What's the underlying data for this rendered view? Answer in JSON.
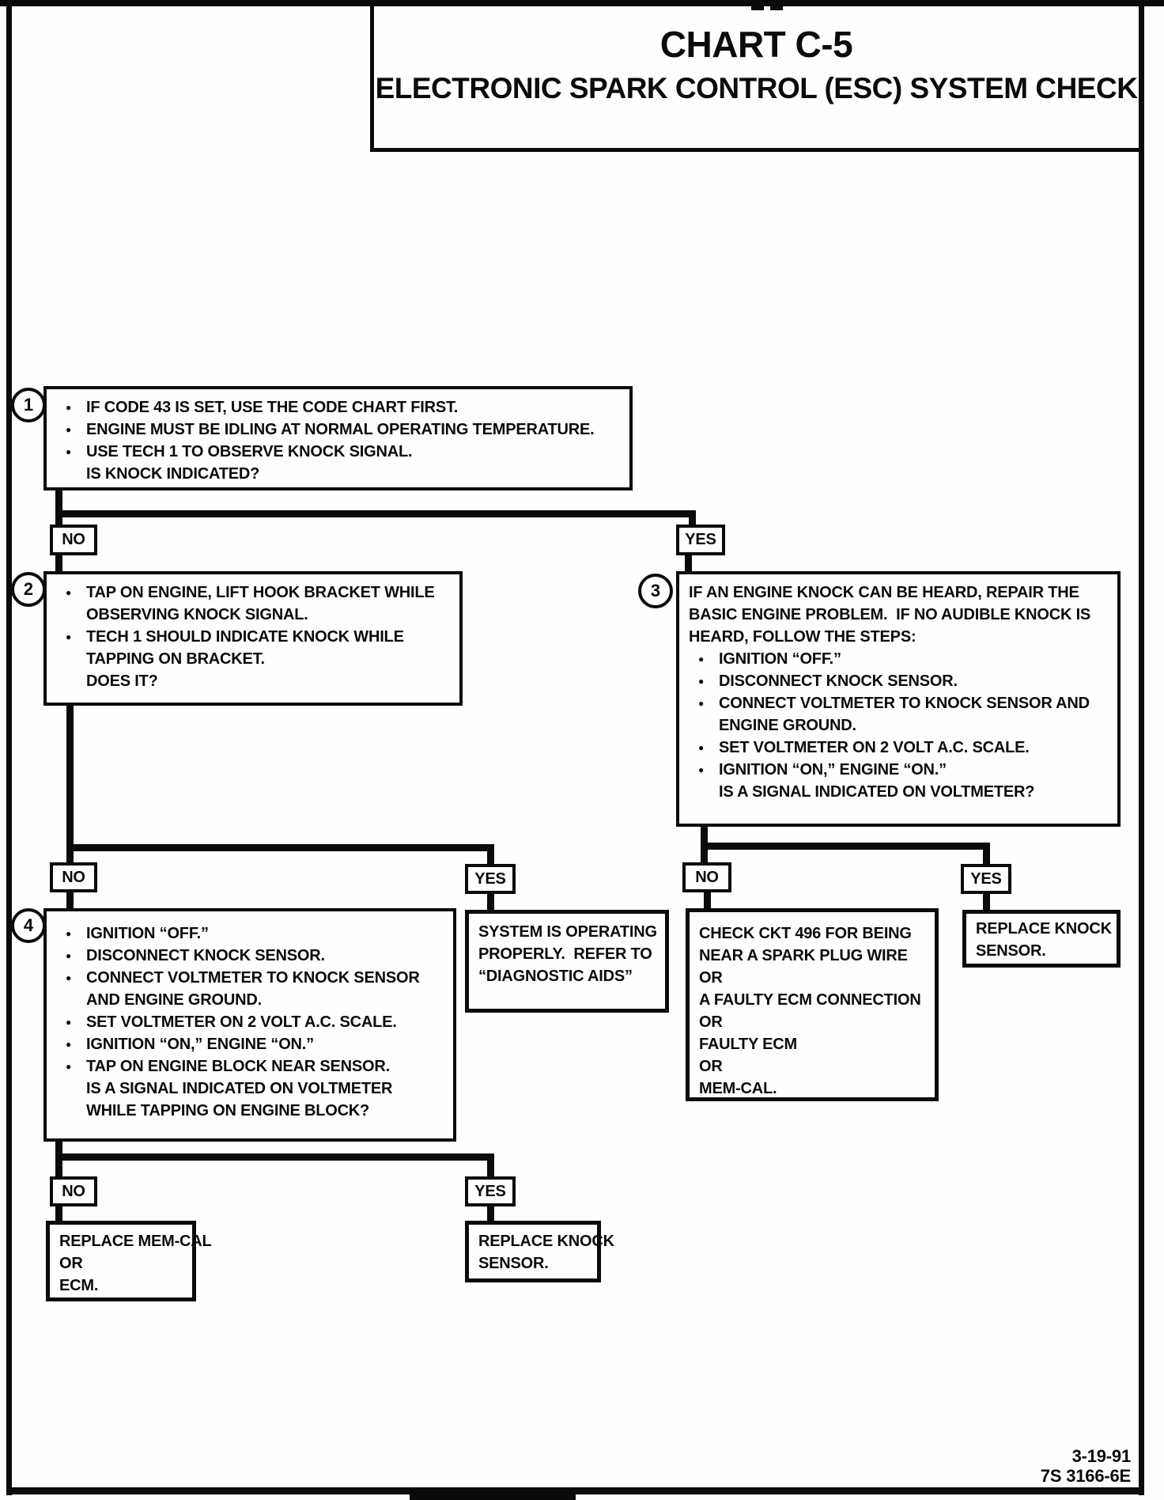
{
  "page": {
    "title_line1": "CHART C-5",
    "title_line2": "ELECTRONIC SPARK CONTROL (ESC) SYSTEM CHECK",
    "footer_date": "3-19-91",
    "footer_code": "7S 3166-6E"
  },
  "labels": {
    "no": "NO",
    "yes": "YES"
  },
  "steps": {
    "step1": {
      "number": "1",
      "bullets": [
        "IF CODE 43 IS SET, USE THE CODE CHART FIRST.",
        "ENGINE MUST BE IDLING AT NORMAL OPERATING TEMPERATURE.",
        "USE TECH 1 TO OBSERVE KNOCK SIGNAL."
      ],
      "question_lines": [
        "IS KNOCK INDICATED?"
      ]
    },
    "step2": {
      "number": "2",
      "bullets": [
        "TAP ON ENGINE, LIFT HOOK BRACKET WHILE\nOBSERVING KNOCK SIGNAL.",
        "TECH 1 SHOULD INDICATE KNOCK WHILE\nTAPPING ON BRACKET."
      ],
      "question_lines": [
        "DOES IT?"
      ]
    },
    "step3": {
      "number": "3",
      "intro_lines": [
        "IF AN ENGINE KNOCK CAN BE HEARD, REPAIR THE",
        "BASIC ENGINE PROBLEM.  IF NO AUDIBLE KNOCK IS",
        "HEARD, FOLLOW THE STEPS:"
      ],
      "bullets": [
        "IGNITION “OFF.”",
        "DISCONNECT KNOCK SENSOR.",
        "CONNECT VOLTMETER TO KNOCK SENSOR AND\nENGINE GROUND.",
        "SET VOLTMETER ON 2 VOLT A.C. SCALE.",
        "IGNITION “ON,” ENGINE “ON.”"
      ],
      "question_lines": [
        "IS A SIGNAL INDICATED ON VOLTMETER?"
      ]
    },
    "step4": {
      "number": "4",
      "bullets": [
        "IGNITION “OFF.”",
        "DISCONNECT KNOCK SENSOR.",
        "CONNECT VOLTMETER TO KNOCK SENSOR\nAND ENGINE GROUND.",
        "SET VOLTMETER ON 2 VOLT A.C. SCALE.",
        "IGNITION “ON,” ENGINE “ON.”",
        "TAP ON ENGINE BLOCK NEAR SENSOR."
      ],
      "question_lines": [
        "IS A SIGNAL INDICATED ON VOLTMETER",
        "WHILE TAPPING ON ENGINE BLOCK?"
      ]
    }
  },
  "results": {
    "system_ok": {
      "lines": [
        "SYSTEM IS OPERATING",
        "PROPERLY.  REFER TO",
        "“DIAGNOSTIC AIDS”"
      ]
    },
    "check_ckt": {
      "lines": [
        "CHECK CKT 496 FOR BEING",
        "NEAR A SPARK PLUG WIRE",
        "OR",
        "A FAULTY ECM CONNECTION",
        "OR",
        "FAULTY ECM",
        "OR",
        "MEM-CAL."
      ]
    },
    "replace_knock_right": {
      "lines": [
        "REPLACE KNOCK",
        "SENSOR."
      ]
    },
    "replace_memcal": {
      "lines": [
        "REPLACE MEM-CAL",
        "OR",
        "ECM."
      ]
    },
    "replace_knock_bottom": {
      "lines": [
        "REPLACE KNOCK",
        "SENSOR."
      ]
    }
  }
}
